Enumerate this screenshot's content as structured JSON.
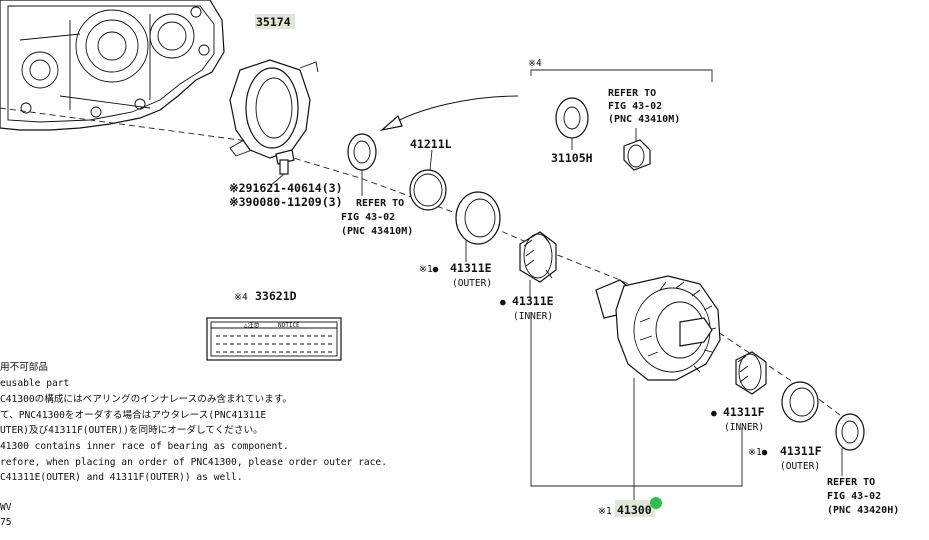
{
  "parts": {
    "p35174": "35174",
    "p41211L": "41211L",
    "p31105H": "31105H",
    "p41311E_outer": "41311E",
    "p41311E_outer_sub": "(OUTER)",
    "p41311E_outer_mark": "※1●",
    "p41311E_inner": "41311E",
    "p41311E_inner_sub": "(INNER)",
    "p41311E_inner_mark": "●",
    "p41311F_inner": "41311F",
    "p41311F_inner_sub": "(INNER)",
    "p41311F_inner_mark": "●",
    "p41311F_outer": "41311F",
    "p41311F_outer_sub": "(OUTER)",
    "p41311F_outer_mark": "※1●",
    "p41300": "41300",
    "p41300_mark": "※1",
    "p33621D": "33621D",
    "p33621D_mark": "※4",
    "bolt1": "※291621-40614(3)",
    "bolt2": "※390080-11209(3)",
    "group4_mark": "※4"
  },
  "refs": {
    "ref1": [
      "REFER TO",
      "FIG 43-02",
      "(PNC 43410M)"
    ],
    "ref2": [
      "REFER TO",
      "FIG 43-02",
      "(PNC 43410M)"
    ],
    "ref3": [
      "REFER TO",
      "FIG 43-02",
      "(PNC 43420H)"
    ]
  },
  "label_plate": {
    "header_left": "△注意",
    "header_right": "NOTICE"
  },
  "notes": [
    "用不可部品",
    "eusable part",
    "C41300の構成にはベアリングのインナレースのみ含まれています。",
    "て、PNC41300をオーダする場合はアウタレース(PNC41311E",
    "UTER)及び41311F(OUTER))を同時にオーダしてください。",
    "41300 contains inner race of bearing as component.",
    "refore, when placing an order of PNC41300, please order outer race.",
    "C41311E(OUTER) and 41311F(OUTER)) as well.",
    "WV",
    "75"
  ],
  "colors": {
    "highlight": "#dfe7d6",
    "badge": "#2fbf4a"
  }
}
